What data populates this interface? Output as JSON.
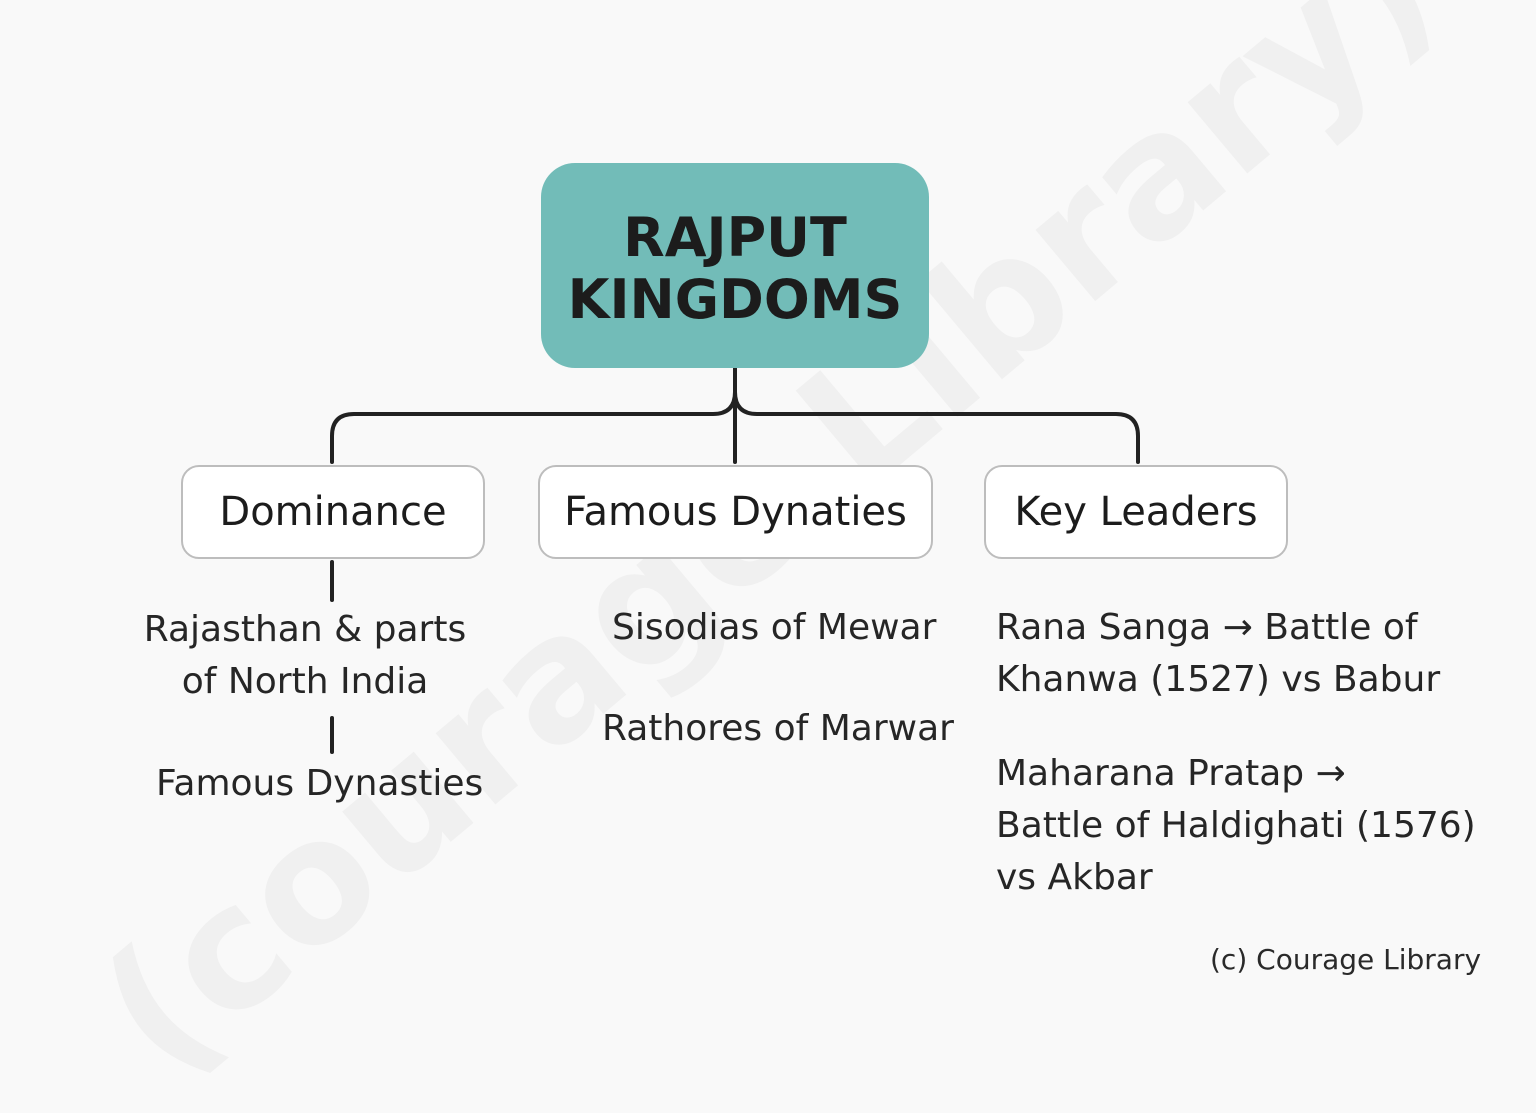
{
  "watermark": "(courage Library)",
  "root": {
    "line1": "RAJPUT",
    "line2": "KINGDOMS"
  },
  "branches": {
    "dominance": {
      "label": "Dominance",
      "items": {
        "region_line1": "Rajasthan & parts",
        "region_line2": "of North India",
        "dynasties": "Famous Dynasties"
      }
    },
    "dynasties": {
      "label": "Famous Dynaties",
      "items": {
        "first": "Sisodias of Mewar",
        "second": "Rathores of Marwar"
      }
    },
    "leaders": {
      "label": "Key Leaders",
      "items": {
        "sanga_line1": "Rana Sanga → Battle of",
        "sanga_line2": "Khanwa (1527) vs Babur",
        "pratap_line1": "Maharana Pratap →",
        "pratap_line2": "Battle of Haldighati (1576)",
        "pratap_line3": "vs Akbar"
      }
    }
  },
  "copyright": "(c) Courage Library",
  "colors": {
    "root_fill": "#72bcb8",
    "connector": "#222222",
    "box_border": "#bdbdbd",
    "background": "#f9f9f9"
  }
}
